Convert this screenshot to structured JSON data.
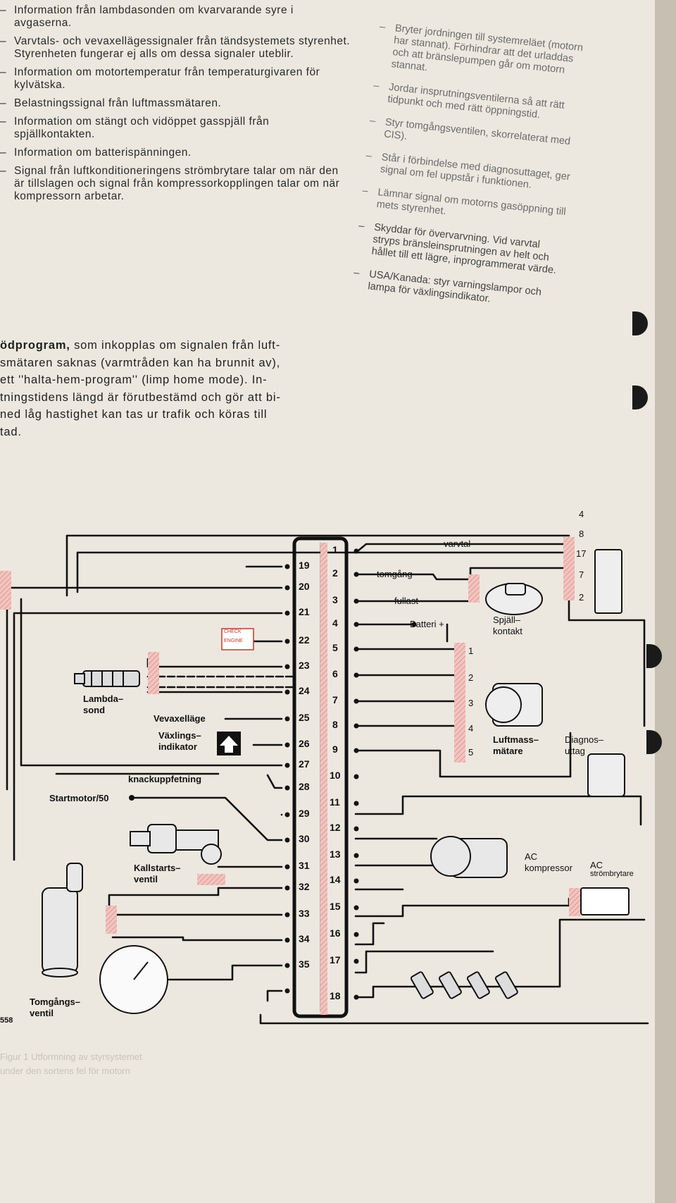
{
  "left_text": {
    "items": [
      "Information från lambdasonden om kvarvarande syre i avgaserna.",
      "Varvtals- och vevaxellägessignaler från tändsystemets styrenhet. Styrenheten fungerar ej alls om dessa signaler uteblir.",
      "Information om motortemperatur från temperaturgivaren för kylvätska.",
      "Belastningssignal från luftmassmätaren.",
      "Information om stängt och vidöppet gasspjäll från spjällkontakten.",
      "Information om batterispänningen.",
      "Signal från luftkonditioneringens strömbrytare talar om när den är tillslagen och signal från kompressorkopplingen talar om när kompressorn arbetar."
    ]
  },
  "right_text": {
    "items": [
      "Bryter jordningen till systemreläet (motorn har stannat). Förhindrar att det urladdas och att bränslepumpen går om motorn stannat.",
      "Jordar insprutningsventilerna så att rätt tidpunkt och med rätt öppningstid.",
      "Styr tomgångsventilen, skorrelaterat med CIS).",
      "Står i förbindelse med diagnosuttaget, ger signal om fel uppstår i funktionen.",
      "Lämnar signal om motorns gasöppning till mets styrenhet.",
      "Skyddar för övervarvning. Vid varvtal stryps bränsleinsprutningen av helt och hållet till ett lägre, inprogrammerat värde.",
      "USA/Kanada: styr varningslampor och lampa för växlingsindikator."
    ]
  },
  "paragraph": {
    "bold": "ödprogram,",
    "lines": [
      "som inkopplas om signalen från luft-",
      "smätaren saknas (varmtråden kan ha brunnit av),",
      "ett ''halta-hem-program'' (limp home mode). In-",
      "tningstidens längd är förutbestämd och gör att bi-",
      "ned låg hastighet kan tas ur trafik och köras till",
      "tad."
    ]
  },
  "diagram": {
    "pins_left": [
      "19",
      "20",
      "21",
      "22",
      "23",
      "24",
      "25",
      "26",
      "27",
      "28",
      "29",
      "30",
      "31",
      "32",
      "33",
      "34",
      "35"
    ],
    "pins_right": [
      "1",
      "2",
      "3",
      "4",
      "5",
      "6",
      "7",
      "8",
      "9",
      "10",
      "11",
      "12",
      "13",
      "14",
      "15",
      "16",
      "17",
      "18"
    ],
    "labels": {
      "varvtal": "varvtal",
      "tomgang": "tomgång",
      "fullast": "fullast",
      "batteri": "Batteri +",
      "spjall": "Spjäll–",
      "kontakt": "kontakt",
      "lambda": "Lambda–",
      "sond": "sond",
      "vevaxel": "Vevaxelläge",
      "vaxlings1": "Växlings–",
      "vaxlings2": "indikator",
      "knack": "knackuppfetning",
      "startmotor": "Startmotor/50",
      "kallstart1": "Kallstarts–",
      "kallstart2": "ventil",
      "tomgangs1": "Tomgångs–",
      "tomgangs2": "ventil",
      "luftmass1": "Luftmass–",
      "luftmass2": "mätare",
      "diagnos1": "Diagnos–",
      "diagnos2": "uttag",
      "ac1": "AC",
      "ac2": "kompressor",
      "acs1": "AC",
      "acs2": "strömbrytare",
      "check1": "CHECK",
      "check2": "ENGINE",
      "figno": "558"
    },
    "right_nums": [
      "4",
      "8",
      "17",
      "7",
      "2"
    ],
    "sensor_nums": [
      "1",
      "2",
      "3",
      "4",
      "5"
    ]
  },
  "footer_text": [
    "Figur 1 Utformning av styrsystemet",
    "under den sortens fel för motorn"
  ]
}
